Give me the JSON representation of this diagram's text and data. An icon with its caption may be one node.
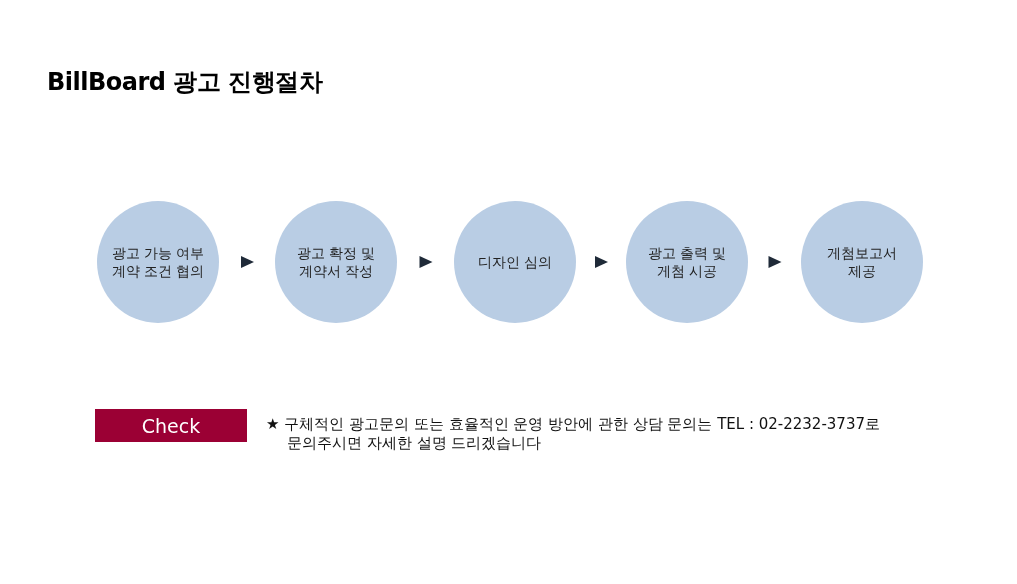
{
  "diagram": {
    "title": "BillBoard 광고 진행절차",
    "nodes": [
      {
        "text": [
          "광고 가능 여부 계약 조건 협의"
        ]
      },
      {
        "text": [
          "광고 확정 및 계약서 작성"
        ]
      },
      {
        "text": [
          "디자인 심의"
        ]
      },
      {
        "text": [
          "광고 출력 및 게첨 시공"
        ]
      },
      {
        "text": [
          "게첨보고서 제공"
        ]
      },
      {
        "text": [
          "Check"
        ]
      }
    ],
    "edges": [
      {
        "from": 0,
        "to": 1,
        "arrow": "to"
      },
      {
        "from": 1,
        "to": 2,
        "arrow": "to"
      },
      {
        "from": 2,
        "to": 3,
        "arrow": "to"
      },
      {
        "from": 3,
        "to": 4,
        "arrow": "to"
      }
    ],
    "labels": [
      "★ 구체적인 광고문의 또는 효율적인 운영 방안에 관한 상담 문의는 TEL : 02-2232-3737로 문의주시면 자세한 설명 드리겠습니다"
    ]
  }
}
